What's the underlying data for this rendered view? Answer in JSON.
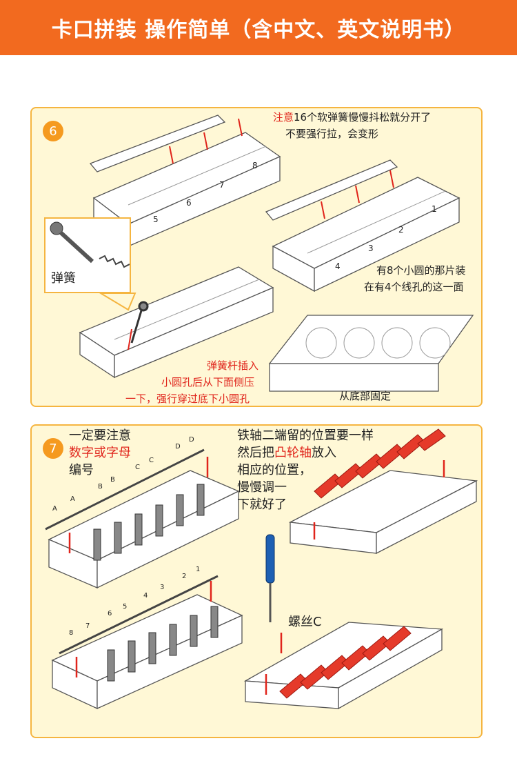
{
  "header": {
    "title": "卡口拼装  操作简单（含中文、英文说明书）"
  },
  "colors": {
    "banner": "#f26a1f",
    "panel_bg": "#fff8d6",
    "panel_border": "#f5b540",
    "accent_red": "#e0241b"
  },
  "step6": {
    "number": "6",
    "note_prefix": "注意",
    "note_rest": "16个软弹簧慢慢抖松就分开了",
    "note_line2": "不要强行拉，会变形",
    "spring_label": "弹簧",
    "side_note_1": "有8个小圆的那片装",
    "side_note_2": "在有4个线孔的这一面",
    "insert_1": "弹簧杆插入",
    "insert_2": "小圆孔后从下面侧压",
    "insert_3": "一下，强行穿过底下小圆孔",
    "bottom_fix": "从底部固定",
    "slot_numbers": [
      "5",
      "6",
      "7",
      "8",
      "1",
      "2",
      "3",
      "4"
    ]
  },
  "step7": {
    "number": "7",
    "attention_1": "一定要注意",
    "attention_2": "数字或字母",
    "attention_3": "编号",
    "axle_1_pre": "铁轴二端留的位置要一样",
    "axle_2_pre": "然后把",
    "axle_2_red": "凸轮轴",
    "axle_2_post": "放入",
    "axle_3": "相应的位置，",
    "axle_4": "慢慢调一",
    "axle_5": "下就好了",
    "screw_label": "螺丝C",
    "letters": [
      "A",
      "A",
      "B",
      "B",
      "C",
      "C",
      "D",
      "D"
    ],
    "digits": [
      "8",
      "7",
      "6",
      "5",
      "4",
      "3",
      "2",
      "1"
    ]
  }
}
